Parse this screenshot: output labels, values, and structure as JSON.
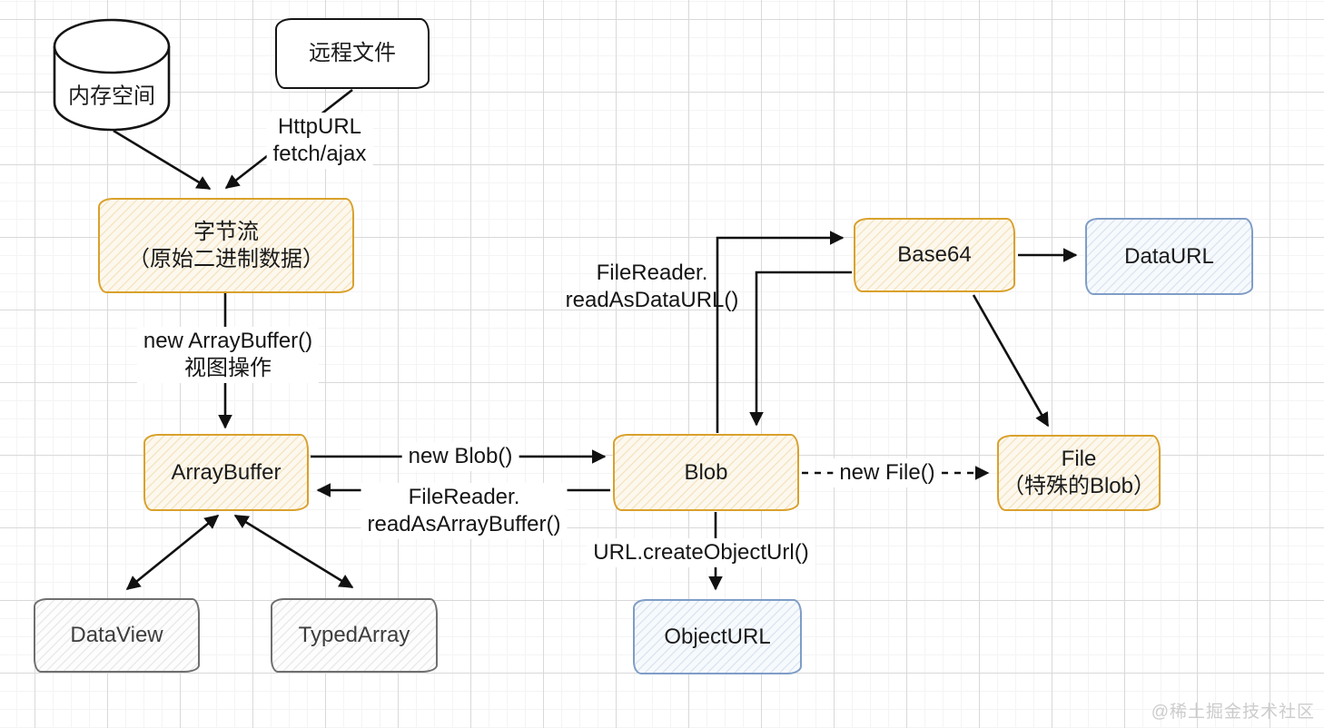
{
  "canvas": {
    "watermark": "@稀土掘金技术社区"
  },
  "colors": {
    "yellow_border": "#d9a12c",
    "blue_border": "#7f9dc6",
    "gray_border": "#6f6f6f",
    "sketch_black": "#141414",
    "arrow": "#111111"
  },
  "nodes": {
    "memory": {
      "label": "内存空间"
    },
    "remote": {
      "label": "远程文件"
    },
    "bytestream": {
      "line1": "字节流",
      "line2": "（原始二进制数据）"
    },
    "arraybuffer": {
      "label": "ArrayBuffer"
    },
    "dataview": {
      "label": "DataView"
    },
    "typedarray": {
      "label": "TypedArray"
    },
    "blob": {
      "label": "Blob"
    },
    "base64": {
      "label": "Base64"
    },
    "dataurl": {
      "label": "DataURL"
    },
    "file": {
      "line1": "File",
      "line2": "（特殊的Blob）"
    },
    "objecturl": {
      "label": "ObjectURL"
    }
  },
  "edges": {
    "httpurl": {
      "line1": "HttpURL",
      "line2": "fetch/ajax"
    },
    "new_arraybuffer": {
      "line1": "new ArrayBuffer()",
      "line2": "视图操作"
    },
    "new_blob": {
      "label": "new Blob()"
    },
    "read_as_arraybuffer": {
      "line1": "FileReader.",
      "line2": "readAsArrayBuffer()"
    },
    "read_as_dataurl": {
      "line1": "FileReader.",
      "line2": "readAsDataURL()"
    },
    "create_object_url": {
      "label": "URL.createObjectUrl()"
    },
    "new_file": {
      "label": "new File()"
    }
  }
}
